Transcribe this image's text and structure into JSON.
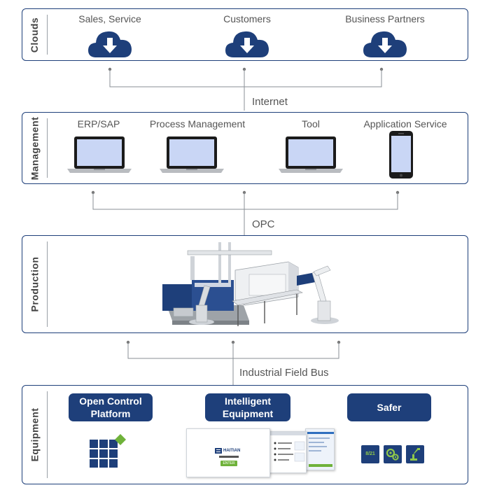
{
  "layers": {
    "clouds": {
      "label": "Clouds",
      "items": [
        "Sales, Service",
        "Customers",
        "Business Partners"
      ]
    },
    "management": {
      "label": "Management",
      "items": [
        "ERP/SAP",
        "Process Management",
        "Tool",
        "Application Service"
      ]
    },
    "production": {
      "label": "Production"
    },
    "equipment": {
      "label": "Equipment",
      "buttons": [
        "Open Control Platform",
        "Intelligent Equipment",
        "Safer"
      ],
      "screen": {
        "brand": "HAITIAN",
        "enter": "ENTER"
      },
      "safer_icon_text": "8/21"
    }
  },
  "connections": {
    "internet": "Internet",
    "opc": "OPC",
    "field_bus": "Industrial Field Bus"
  },
  "colors": {
    "accent": "#1e3f7a",
    "screen": "#c9d6f5",
    "green": "#6fb23a",
    "line": "#8a8f96"
  },
  "icons": {
    "cloud": "cloud-download-icon",
    "laptop": "laptop-icon",
    "phone": "smartphone-icon",
    "grid": "grid-diamond-icon"
  }
}
